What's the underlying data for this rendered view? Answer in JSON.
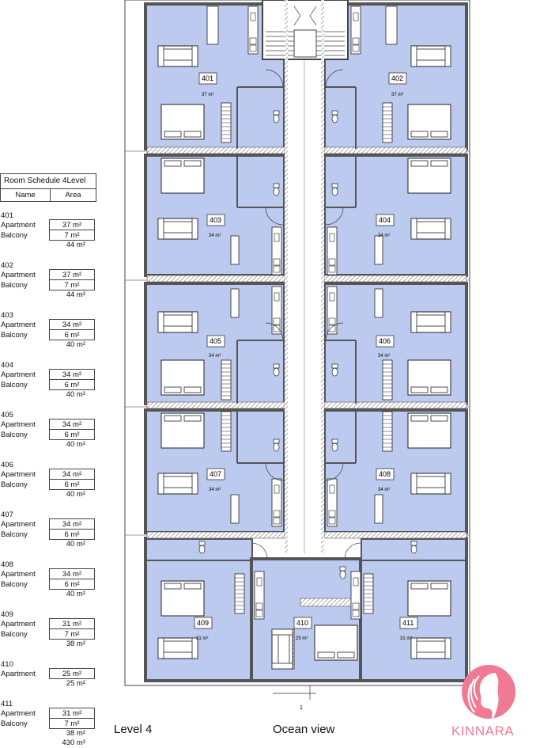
{
  "schedule": {
    "title": "Room Schedule 4Level",
    "col_name": "Name",
    "col_area": "Area",
    "units": [
      {
        "id": "401",
        "rows": [
          {
            "name": "Apartment",
            "area": "37 m²"
          },
          {
            "name": "Balcony",
            "area": "7 m²"
          }
        ],
        "total": "44 m²"
      },
      {
        "id": "402",
        "rows": [
          {
            "name": "Apartment",
            "area": "37 m²"
          },
          {
            "name": "Balcony",
            "area": "7 m²"
          }
        ],
        "total": "44 m²"
      },
      {
        "id": "403",
        "rows": [
          {
            "name": "Apartment",
            "area": "34 m²"
          },
          {
            "name": "Balcony",
            "area": "6 m²"
          }
        ],
        "total": "40 m²"
      },
      {
        "id": "404",
        "rows": [
          {
            "name": "Apartment",
            "area": "34 m²"
          },
          {
            "name": "Balcony",
            "area": "6 m²"
          }
        ],
        "total": "40 m²"
      },
      {
        "id": "405",
        "rows": [
          {
            "name": "Apartment",
            "area": "34 m²"
          },
          {
            "name": "Balcony",
            "area": "6 m²"
          }
        ],
        "total": "40 m²"
      },
      {
        "id": "406",
        "rows": [
          {
            "name": "Apartment",
            "area": "34 m²"
          },
          {
            "name": "Balcony",
            "area": "6 m²"
          }
        ],
        "total": "40 m²"
      },
      {
        "id": "407",
        "rows": [
          {
            "name": "Apartment",
            "area": "34 m²"
          },
          {
            "name": "Balcony",
            "area": "6 m²"
          }
        ],
        "total": "40 m²"
      },
      {
        "id": "408",
        "rows": [
          {
            "name": "Apartment",
            "area": "34 m²"
          },
          {
            "name": "Balcony",
            "area": "6 m²"
          }
        ],
        "total": "40 m²"
      },
      {
        "id": "409",
        "rows": [
          {
            "name": "Apartment",
            "area": "31 m²"
          },
          {
            "name": "Balcony",
            "area": "7 m²"
          }
        ],
        "total": "38 m²"
      },
      {
        "id": "410",
        "rows": [
          {
            "name": "Apartment",
            "area": "25 m²"
          }
        ],
        "total": "25 m²"
      },
      {
        "id": "411",
        "rows": [
          {
            "name": "Apartment",
            "area": "31 m²"
          },
          {
            "name": "Balcony",
            "area": "7 m²"
          }
        ],
        "total": "38 m²"
      }
    ],
    "grand_total": "430 m²"
  },
  "plan": {
    "units": [
      {
        "id": "401",
        "area": "37 m²"
      },
      {
        "id": "402",
        "area": "37 m²"
      },
      {
        "id": "403",
        "area": "34 m²"
      },
      {
        "id": "404",
        "area": "34 m²"
      },
      {
        "id": "405",
        "area": "34 m²"
      },
      {
        "id": "406",
        "area": "34 m²"
      },
      {
        "id": "407",
        "area": "34 m²"
      },
      {
        "id": "408",
        "area": "34 m²"
      },
      {
        "id": "409",
        "area": "31 m²"
      },
      {
        "id": "410",
        "area": "25 m²"
      },
      {
        "id": "411",
        "area": "31 m²"
      }
    ],
    "grid_marker": "1",
    "room_color": "#bccaf0",
    "wall_color": "#555555",
    "level_label": "Level 4",
    "view_label": "Ocean view"
  },
  "brand": {
    "name": "KINNARA",
    "color": "#f07a93",
    "logo_icon": "woman-profile-logo-icon"
  }
}
